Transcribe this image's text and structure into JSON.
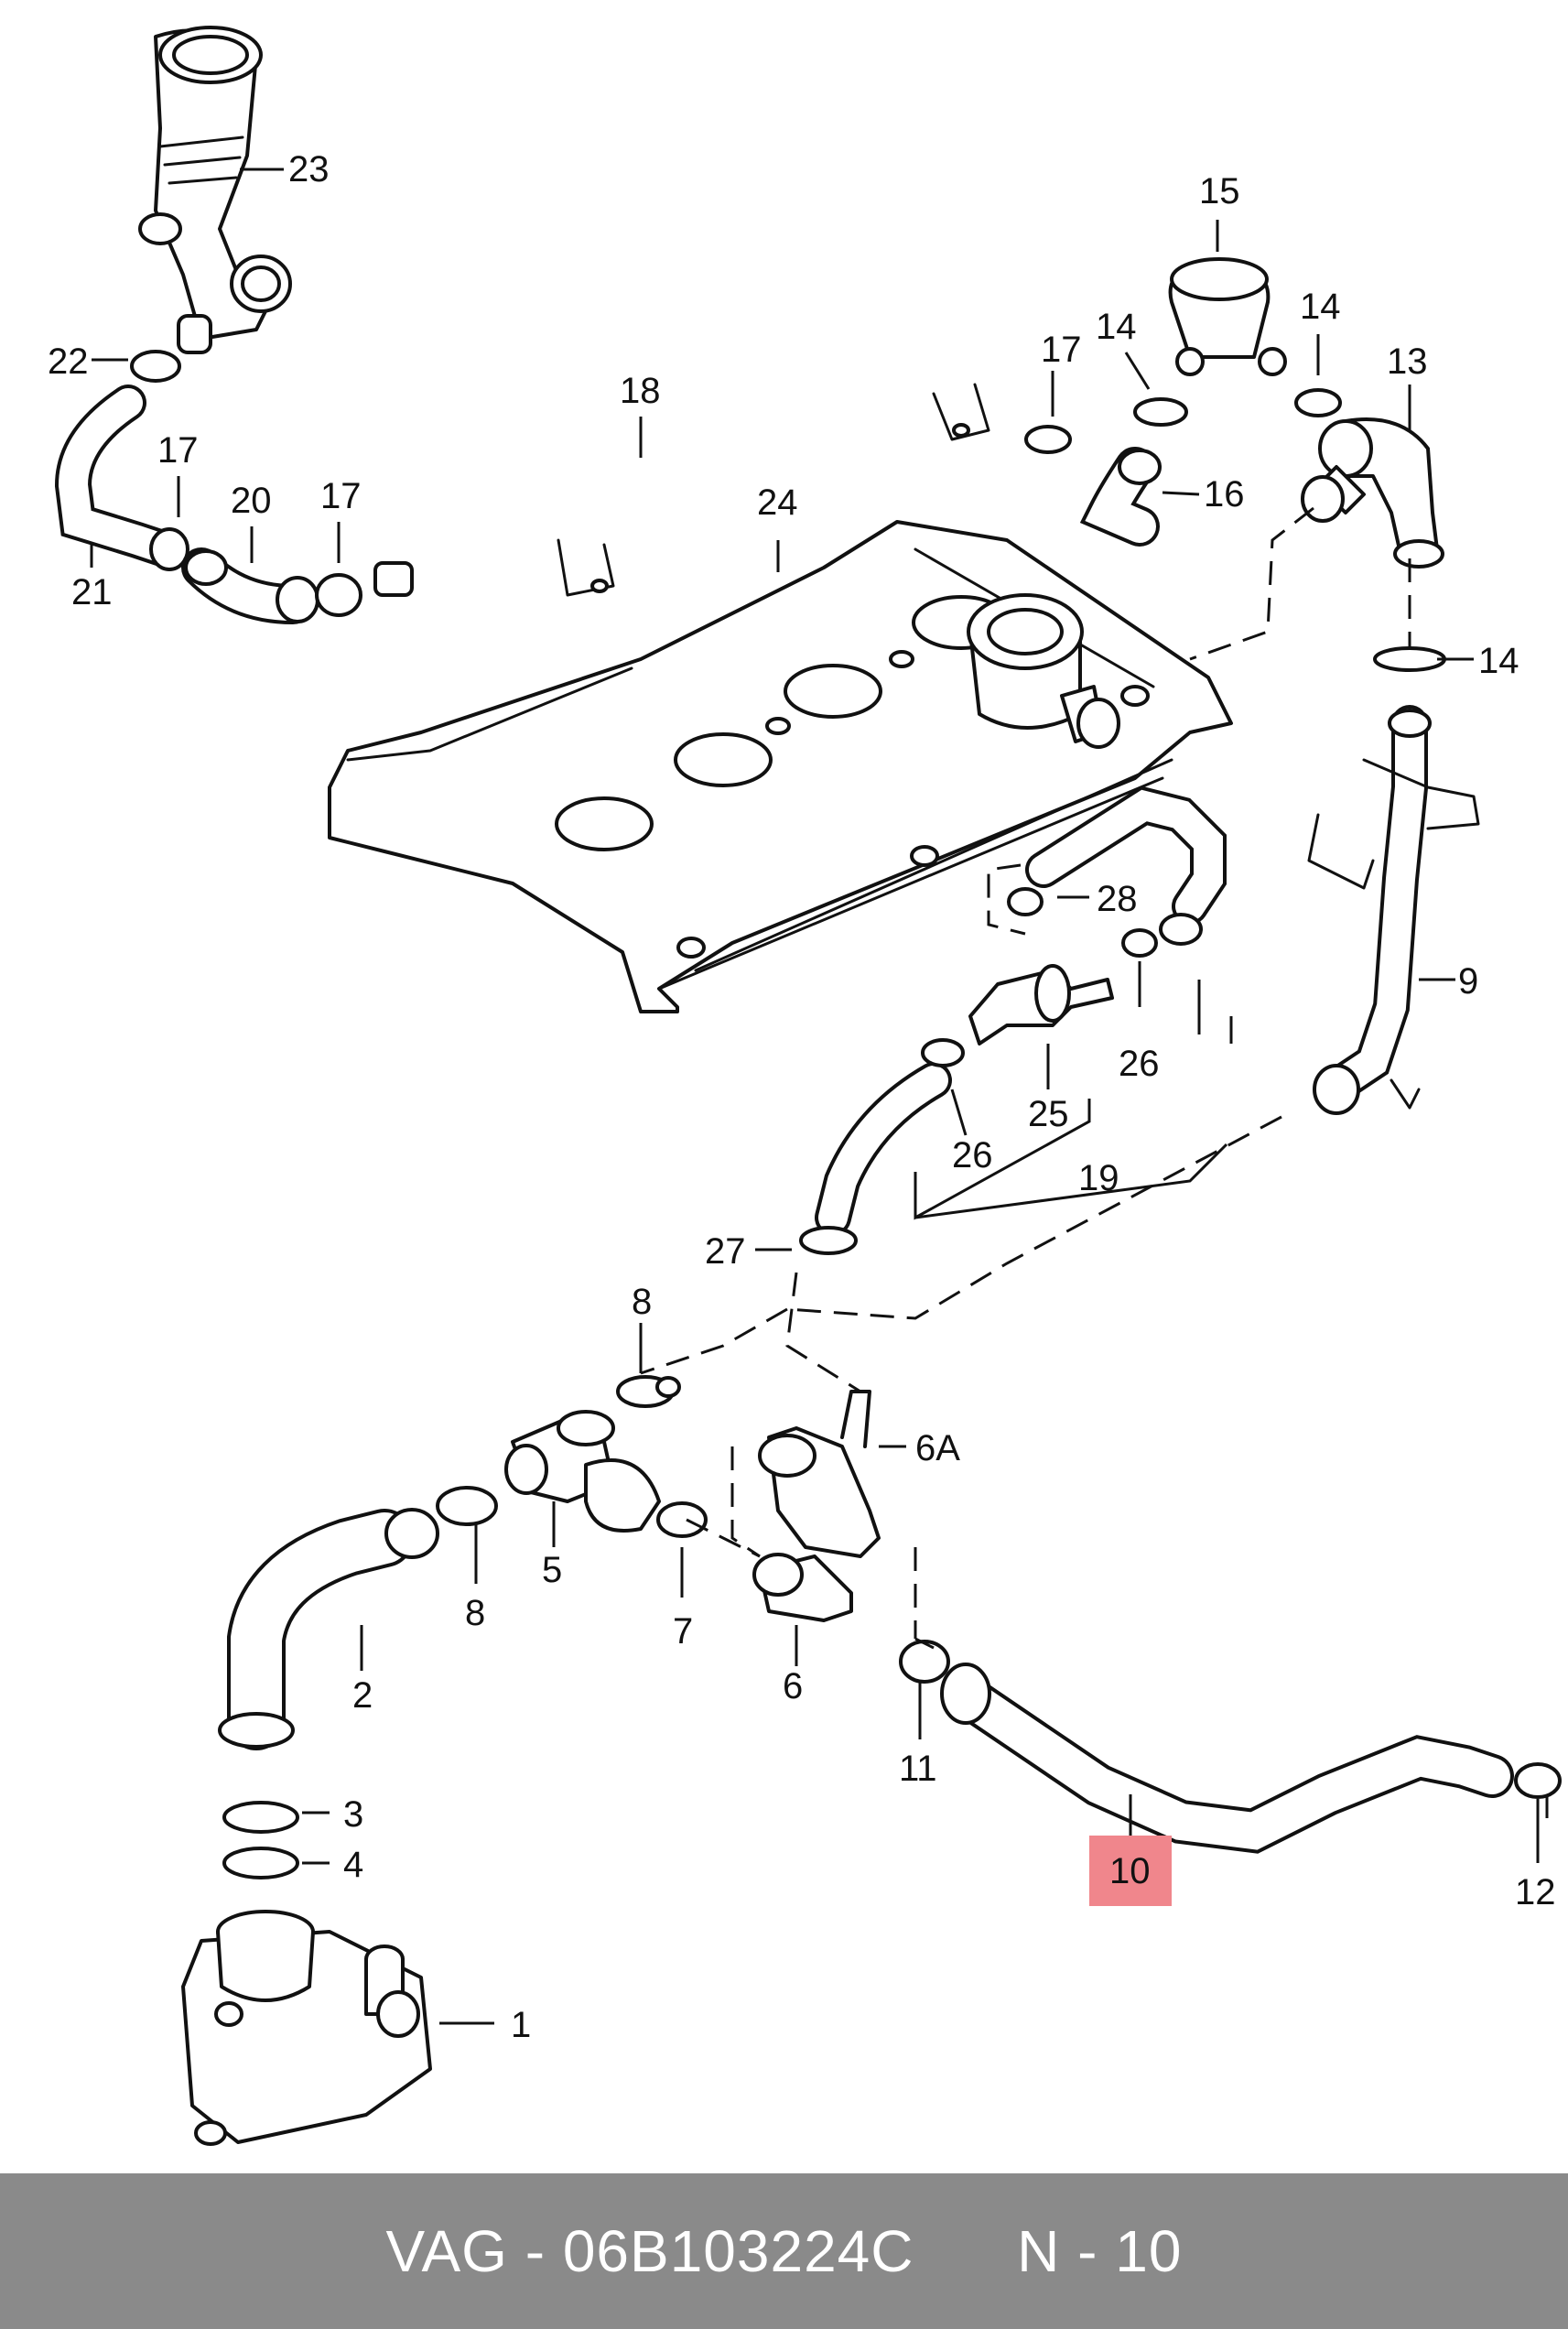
{
  "colors": {
    "line": "#111111",
    "highlight": "#f0868c",
    "footer_bg": "#8a8a8a",
    "footer_text": "#ffffff"
  },
  "callouts": [
    {
      "id": "c1",
      "label": "1"
    },
    {
      "id": "c2",
      "label": "2"
    },
    {
      "id": "c3",
      "label": "3"
    },
    {
      "id": "c4",
      "label": "4"
    },
    {
      "id": "c5",
      "label": "5"
    },
    {
      "id": "c6",
      "label": "6"
    },
    {
      "id": "c6a",
      "label": "6A"
    },
    {
      "id": "c7",
      "label": "7"
    },
    {
      "id": "c8a",
      "label": "8"
    },
    {
      "id": "c8b",
      "label": "8"
    },
    {
      "id": "c9",
      "label": "9"
    },
    {
      "id": "c10",
      "label": "10",
      "highlighted": true
    },
    {
      "id": "c11",
      "label": "11"
    },
    {
      "id": "c12",
      "label": "12"
    },
    {
      "id": "c13",
      "label": "13"
    },
    {
      "id": "c14a",
      "label": "14"
    },
    {
      "id": "c14b",
      "label": "14"
    },
    {
      "id": "c14c",
      "label": "14"
    },
    {
      "id": "c15",
      "label": "15"
    },
    {
      "id": "c16",
      "label": "16"
    },
    {
      "id": "c17a",
      "label": "17"
    },
    {
      "id": "c17b",
      "label": "17"
    },
    {
      "id": "c17c",
      "label": "17"
    },
    {
      "id": "c18",
      "label": "18"
    },
    {
      "id": "c19",
      "label": "19"
    },
    {
      "id": "c20",
      "label": "20"
    },
    {
      "id": "c21",
      "label": "21"
    },
    {
      "id": "c22",
      "label": "22"
    },
    {
      "id": "c23",
      "label": "23"
    },
    {
      "id": "c24",
      "label": "24"
    },
    {
      "id": "c25",
      "label": "25"
    },
    {
      "id": "c26a",
      "label": "26"
    },
    {
      "id": "c26b",
      "label": "26"
    },
    {
      "id": "c27",
      "label": "27"
    },
    {
      "id": "c28",
      "label": "28"
    }
  ],
  "footer": {
    "brand": "VAG",
    "separator": "-",
    "part_number": "06B103224C",
    "position_label": "N - 10"
  }
}
